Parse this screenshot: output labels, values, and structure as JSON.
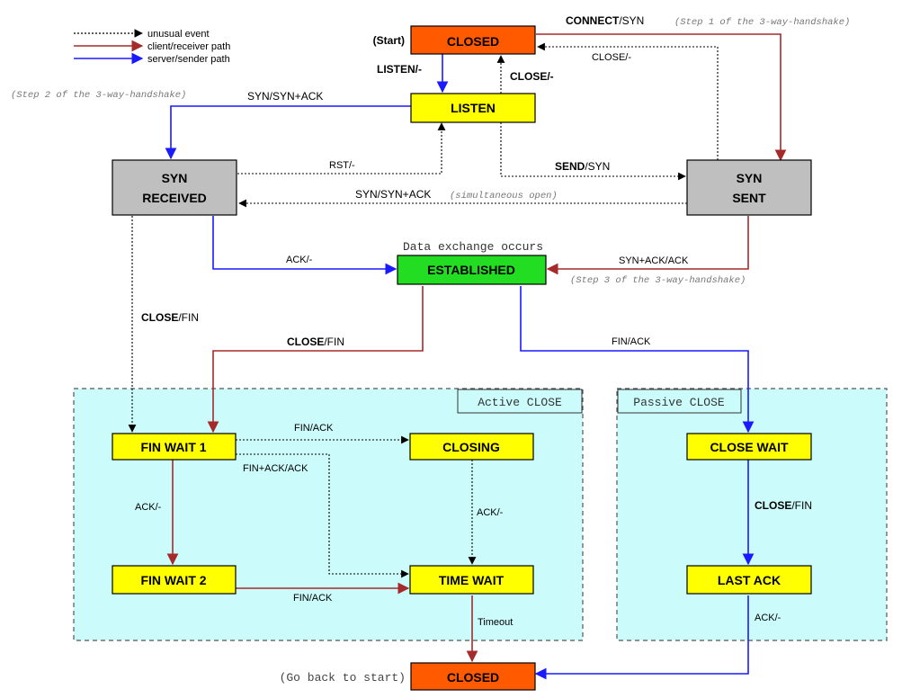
{
  "legend": {
    "unusual_event": "unusual event",
    "client_path": "client/receiver path",
    "server_path": "server/sender path"
  },
  "colors": {
    "unusual": "#000000",
    "client": "#a52a2a",
    "server": "#1a1aff",
    "closed_fill": "#ff5a00",
    "state_fill": "#ffff00",
    "established_fill": "#22dd22",
    "gray_fill": "#bfbfbf",
    "region_fill": "#ccfbfb"
  },
  "regions": {
    "active_close": "Active CLOSE",
    "passive_close": "Passive CLOSE"
  },
  "states": {
    "closed_top": "CLOSED",
    "listen": "LISTEN",
    "syn_received_1": "SYN",
    "syn_received_2": "RECEIVED",
    "syn_sent_1": "SYN",
    "syn_sent_2": "SENT",
    "established": "ESTABLISHED",
    "fin_wait_1": "FIN WAIT 1",
    "closing": "CLOSING",
    "fin_wait_2": "FIN WAIT 2",
    "time_wait": "TIME WAIT",
    "close_wait": "CLOSE WAIT",
    "last_ack": "LAST ACK",
    "closed_bottom": "CLOSED"
  },
  "notes": {
    "start": "(Start)",
    "go_back": "(Go back to start)",
    "data_exchange": "Data exchange occurs",
    "step1": "(Step 1 of the 3-way-handshake)",
    "step2": "(Step 2 of the 3-way-handshake)",
    "step3": "(Step 3 of the 3-way-handshake)",
    "simultaneous": "(simultaneous open)"
  },
  "transitions": {
    "connect_bold": "CONNECT",
    "connect_rest": "/SYN",
    "close_dash_top": "CLOSE/-",
    "listen_dash": "LISTEN/-",
    "close_dash_listen": "CLOSE/-",
    "syn_synack_left": "SYN/SYN+ACK",
    "rst": "RST/-",
    "send_bold": "SEND",
    "send_rest": "/SYN",
    "syn_synack_mid": "SYN/SYN+ACK",
    "ack_dash_est": "ACK/-",
    "synack_ack": "SYN+ACK/ACK",
    "close_fin_left_bold": "CLOSE",
    "close_fin_left_rest": "/FIN",
    "close_fin_mid_bold": "CLOSE",
    "close_fin_mid_rest": "/FIN",
    "fin_ack_passive": "FIN/ACK",
    "fin_ack_closing": "FIN/ACK",
    "finack_ack": "FIN+ACK/ACK",
    "ack_dash_fw": "ACK/-",
    "ack_dash_closing": "ACK/-",
    "fin_ack_fw2": "FIN/ACK",
    "close_fin_passive_bold": "CLOSE",
    "close_fin_passive_rest": "/FIN",
    "timeout": "Timeout",
    "ack_dash_last": "ACK/-"
  }
}
